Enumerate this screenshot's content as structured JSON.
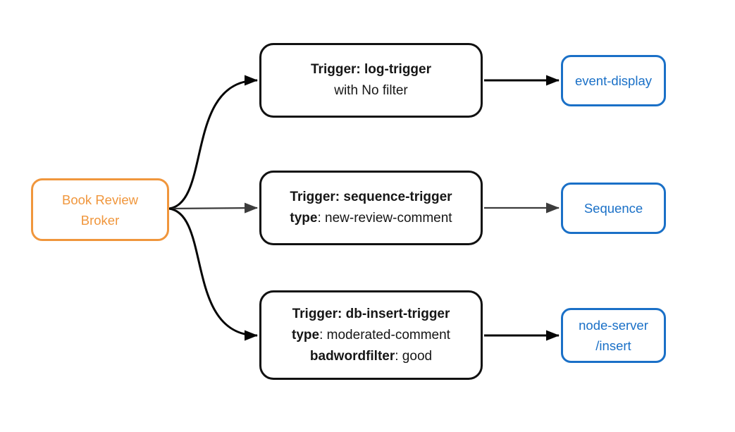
{
  "colors": {
    "background": "#ffffff",
    "broker": "#F0963C",
    "sink": "#1A70C7",
    "trigger_border": "#111111",
    "text": "#161616",
    "edge_black": "#050505",
    "edge_gray": "#3c3c3c"
  },
  "nodes": {
    "broker": {
      "lines": [
        "Book Review",
        "Broker"
      ]
    },
    "triggers": [
      {
        "title": "Trigger: log-trigger",
        "lines": [
          {
            "key": "",
            "value": "with No filter"
          }
        ]
      },
      {
        "title": "Trigger: sequence-trigger",
        "lines": [
          {
            "key": "type",
            "value": ": new-review-comment"
          }
        ]
      },
      {
        "title": "Trigger: db-insert-trigger",
        "lines": [
          {
            "key": "type",
            "value": ": moderated-comment"
          },
          {
            "key": "badwordfilter",
            "value": ": good"
          }
        ]
      }
    ],
    "sinks": [
      {
        "lines": [
          "event-display"
        ]
      },
      {
        "lines": [
          "Sequence"
        ]
      },
      {
        "lines": [
          "node-server",
          "/insert"
        ]
      }
    ]
  }
}
